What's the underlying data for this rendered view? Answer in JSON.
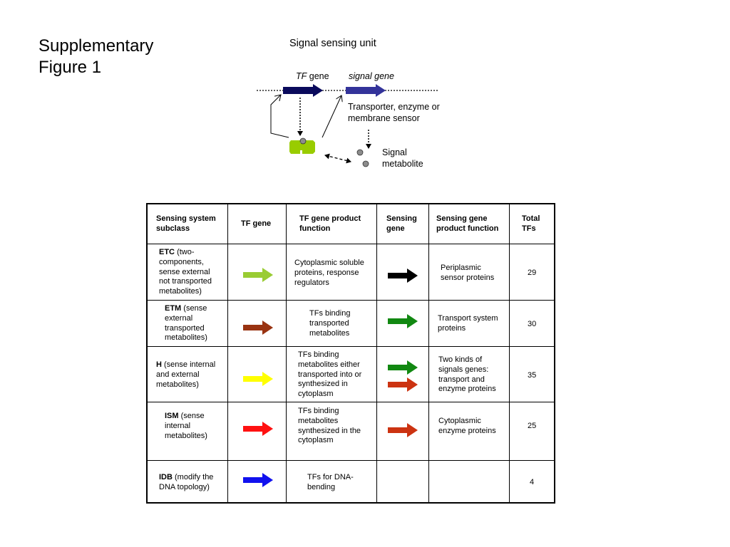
{
  "title": [
    "Supplementary",
    "Figure 1"
  ],
  "diagram": {
    "unit_title": "Signal sensing unit",
    "tf_gene": {
      "italic": "TF",
      "rest": " gene"
    },
    "signal_gene": "signal gene",
    "transporter": [
      "Transporter, enzyme or",
      "membrane sensor"
    ],
    "metabolite": [
      "Signal",
      "metabolite"
    ]
  },
  "colors": {
    "tf_arrow": "#0a0a5c",
    "signal_arrow": "#33339a",
    "tf_protein": "#99cc00",
    "metabolite": "#8c8c8c",
    "etc": "#99cc33",
    "etm": "#993311",
    "h": "#ffff00",
    "ism": "#ff1111",
    "idb": "#1111ee",
    "sensing_black": "#000000",
    "sensing_green": "#118811",
    "sensing_red": "#cc3311"
  },
  "table": {
    "headers": {
      "subclass": [
        "Sensing system",
        "subclass"
      ],
      "tf_gene": "TF gene",
      "tf_function": [
        "TF gene product",
        "function"
      ],
      "sensing_gene": [
        "Sensing",
        "gene"
      ],
      "sensing_function": [
        "Sensing gene",
        "product function"
      ],
      "total": [
        "Total",
        "TFs"
      ]
    },
    "rows": [
      {
        "code": "ETC",
        "desc": [
          "(two-",
          "components,",
          "sense external",
          "not transported",
          "metabolites)"
        ],
        "tf_function": [
          "Cytoplasmic soluble",
          "proteins,  response",
          "regulators"
        ],
        "sensing_function": [
          "Periplasmic",
          "sensor proteins"
        ],
        "total": "29"
      },
      {
        "code": "ETM",
        "desc": [
          "(sense",
          "external",
          "transported",
          "metabolites)"
        ],
        "tf_function": [
          "TFs binding",
          "transported",
          "metabolites"
        ],
        "sensing_function": [
          "Transport system",
          "proteins"
        ],
        "total": "30"
      },
      {
        "code": "H",
        "desc": [
          "(sense internal",
          "and external",
          "metabolites)"
        ],
        "tf_function": [
          "TFs binding",
          "metabolites either",
          "transported into or",
          "synthesized in",
          "cytoplasm"
        ],
        "sensing_function": [
          "Two kinds of",
          "signals genes:",
          "transport and",
          "enzyme proteins"
        ],
        "total": "35"
      },
      {
        "code": "ISM",
        "desc": [
          "(sense",
          "internal",
          "metabolites)"
        ],
        "tf_function": [
          "TFs binding",
          "metabolites",
          "synthesized in the",
          "cytoplasm"
        ],
        "sensing_function": [
          "Cytoplasmic",
          "enzyme proteins"
        ],
        "total": "25"
      },
      {
        "code": "IDB",
        "desc": [
          "(modify the",
          "DNA topology)"
        ],
        "tf_function": [
          "TFs for DNA-",
          "bending"
        ],
        "sensing_function": [],
        "total": "4"
      }
    ]
  }
}
